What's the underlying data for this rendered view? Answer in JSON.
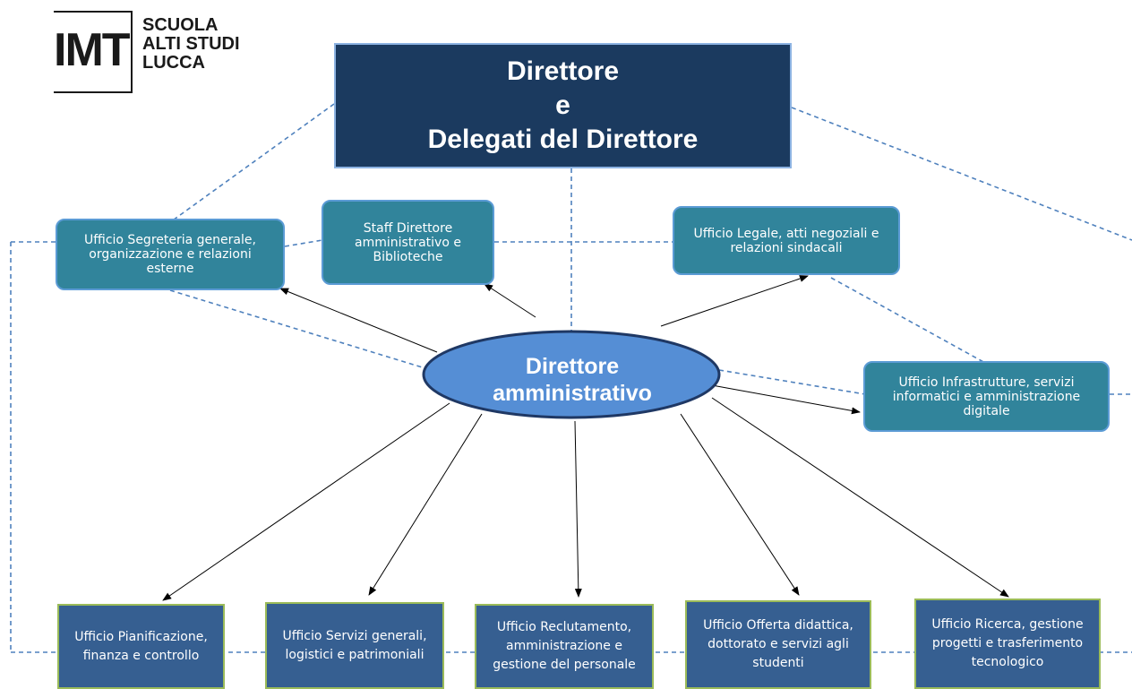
{
  "logo": {
    "mark": "IMT",
    "lines": [
      "SCUOLA",
      "ALTI STUDI",
      "LUCCA"
    ]
  },
  "top_box": {
    "lines": [
      "Direttore",
      "e",
      "Delegati del Direttore"
    ]
  },
  "center": {
    "lines": [
      "Direttore",
      "amministrativo"
    ]
  },
  "staff_offices": [
    "Ufficio Segreteria generale, organizzazione e relazioni esterne",
    "Staff Direttore amministrativo e Biblioteche",
    "Ufficio Legale, atti negoziali e relazioni sindacali",
    "Ufficio Infrastrutture, servizi informatici e amministrazione digitale"
  ],
  "bottom_offices": [
    "Ufficio Pianificazione, finanza e controllo",
    "Ufficio Servizi generali, logistici e patrimoniali",
    "Ufficio Reclutamento, amministrazione e gestione del personale",
    "Ufficio Offerta didattica, dottorato e servizi agli studenti",
    "Ufficio Ricerca, gestione progetti e trasferimento tecnologico"
  ],
  "colors": {
    "top_box": "#1b3a5f",
    "staff_box": "#31849b",
    "bottom_box": "#365f91",
    "ellipse": "#558ed5",
    "dashed_line": "#4f81bd"
  }
}
